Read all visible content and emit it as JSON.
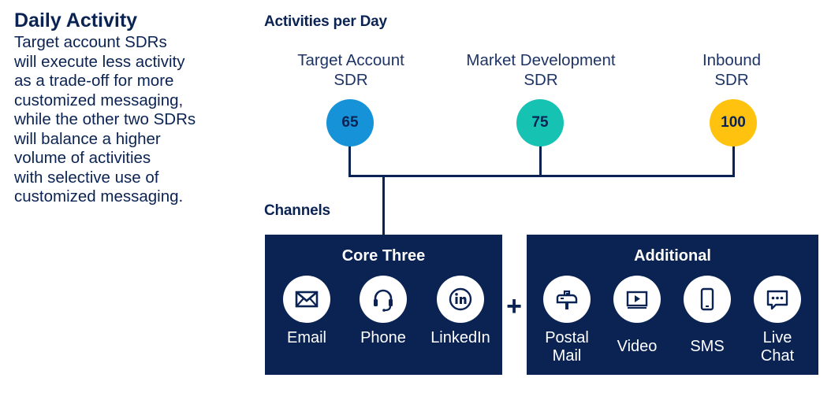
{
  "intro": {
    "title": "Daily Activity",
    "lines": [
      "Target account SDRs",
      "will execute less activity",
      "as a trade-off for more",
      "customized messaging,",
      "while the other two SDRs",
      "will balance a higher",
      "volume of activities",
      "with selective use of",
      "customized messaging."
    ]
  },
  "activities": {
    "heading": "Activities per Day",
    "sdrs": [
      {
        "line1": "Target Account",
        "line2": "SDR",
        "value": "65",
        "color": "#1592d8"
      },
      {
        "line1": "Market Development",
        "line2": "SDR",
        "value": "75",
        "color": "#16c2b2"
      },
      {
        "line1": "Inbound",
        "line2": "SDR",
        "value": "100",
        "color": "#ffc20e"
      }
    ]
  },
  "channels": {
    "heading": "Channels",
    "plus": "+",
    "core": {
      "title": "Core Three",
      "items": [
        {
          "label": "Email",
          "icon": "envelope-icon"
        },
        {
          "label": "Phone",
          "icon": "headset-icon"
        },
        {
          "label": "LinkedIn",
          "icon": "linkedin-icon"
        }
      ]
    },
    "additional": {
      "title": "Additional",
      "items": [
        {
          "line1": "Postal",
          "line2": "Mail",
          "icon": "mailbox-icon"
        },
        {
          "line1": "Video",
          "line2": "",
          "icon": "video-play-icon"
        },
        {
          "line1": "SMS",
          "line2": "",
          "icon": "mobile-phone-icon"
        },
        {
          "line1": "Live",
          "line2": "Chat",
          "icon": "chat-bubble-icon"
        }
      ]
    }
  },
  "colors": {
    "navy": "#0b2353",
    "white": "#ffffff"
  }
}
